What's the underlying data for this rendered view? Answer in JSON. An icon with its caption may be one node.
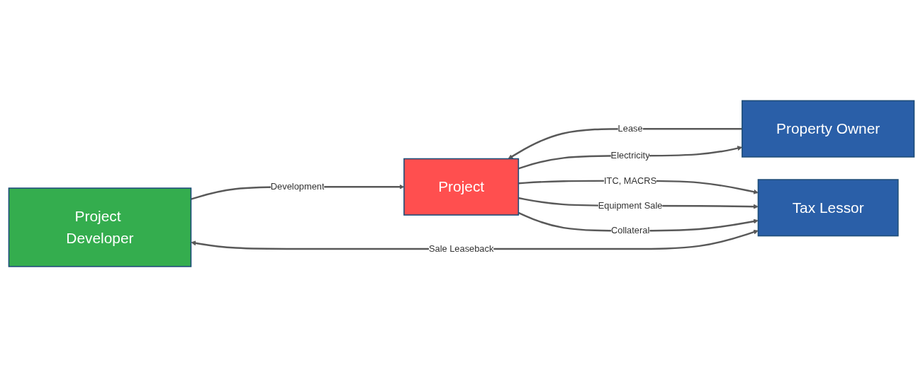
{
  "diagram": {
    "nodes": [
      {
        "text": [
          "Project Developer"
        ]
      },
      {
        "text": [
          "Property Owner"
        ]
      },
      {
        "text": [
          "Project"
        ]
      },
      {
        "text": [
          "Tax Lessor"
        ]
      }
    ],
    "edges": [
      {
        "from": 0,
        "to": 2,
        "arrow": "to",
        "label": "Development"
      },
      {
        "from": 0,
        "to": 3,
        "arrow": "both",
        "label": "Sale Leaseback"
      },
      {
        "from": 1,
        "to": 2,
        "arrow": "to",
        "label": "Lease"
      },
      {
        "from": 2,
        "to": 1,
        "arrow": "to",
        "label": "Electricity"
      },
      {
        "from": 2,
        "to": 3,
        "arrow": "to",
        "label": "Collateral"
      },
      {
        "from": 2,
        "to": 3,
        "arrow": "to",
        "label": "Equipment Sale"
      },
      {
        "from": 2,
        "to": 3,
        "arrow": "to",
        "label": "ITC, MACRS"
      }
    ]
  }
}
